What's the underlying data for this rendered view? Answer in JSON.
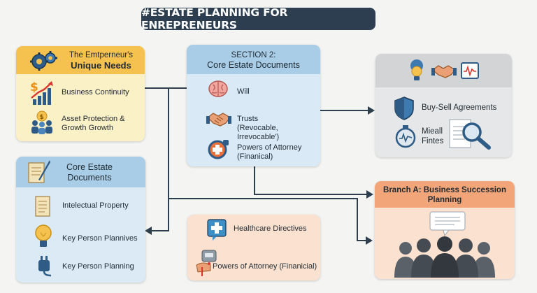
{
  "title": "#ESTATE PLANNING FOR ENREPRENEURS",
  "needs": {
    "heading_line1": "The Emtperneur's",
    "heading_line2": "Unique Needs",
    "items": [
      "Business Continuity",
      "Asset Protection & Growth Growth"
    ],
    "icons": [
      "gears-icon",
      "growth-chart-icon",
      "people-growth-icon"
    ]
  },
  "section2": {
    "heading_line1": "SECTION 2:",
    "heading_line2": "Core Estate Documents",
    "items": [
      "Will",
      "Trusts",
      "(Revocable, Irrevocable')",
      "Powers of Attorney",
      "(Finanical)"
    ],
    "icons": [
      "brain-icon",
      "handshake-icon",
      "medical-badge-icon"
    ]
  },
  "core_docs": {
    "heading_line1": "Core Estate",
    "heading_line2": "Documents",
    "items": [
      "Intelectual Property",
      "Key Person Plannives",
      "Key Person Planning"
    ],
    "icons": [
      "scroll-quill-icon",
      "document-icon",
      "lightbulb-icon",
      "plug-icon"
    ]
  },
  "business_agreements": {
    "items": [
      "Buy-Sell Agreements",
      "Mieall",
      "Fintes"
    ],
    "icons": [
      "lightbulb-person-icon",
      "handshake-icon",
      "monitor-chart-icon",
      "shield-icon",
      "stopwatch-icon",
      "magnifier-document-icon"
    ]
  },
  "healthcare": {
    "items": [
      "Healthcare Directives",
      "Powers of Attorney (Finanicial)"
    ],
    "icons": [
      "medical-cross-icon",
      "hand-device-icon"
    ]
  },
  "branch_a": {
    "heading_line1": "Branch A: Business Succession",
    "heading_line2": "Planning",
    "icons": [
      "audience-icon",
      "speech-bubble-icon"
    ]
  },
  "colors": {
    "title_bg": "#2c3e4f",
    "yellow_card": "#fbf1c6",
    "yellow_head": "#f6c24f",
    "blue_card": "#dbeaf5",
    "blue_head": "#a9cde6",
    "gray_card": "#e6e7e8",
    "peach_card": "#fbe1cf",
    "orange_head": "#f2a578",
    "connector": "#2d3e4c"
  }
}
